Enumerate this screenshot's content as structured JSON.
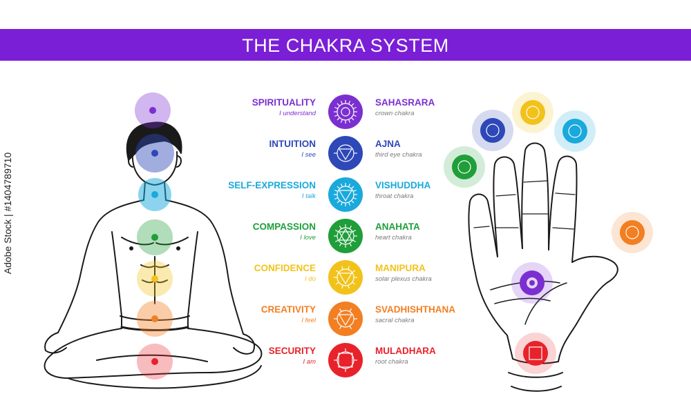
{
  "banner": {
    "title": "THE CHAKRA SYSTEM"
  },
  "watermark": {
    "stock_id": "Adobe Stock | #140478971​0"
  },
  "chakras": [
    {
      "quality": "SPIRITUALITY",
      "affirmation": "I understand",
      "name": "SAHASRARA",
      "type": "crown chakra",
      "color": "#7b2fd0"
    },
    {
      "quality": "INTUITION",
      "affirmation": "I see",
      "name": "AJNA",
      "type": "third eye chakra",
      "color": "#2e48b8"
    },
    {
      "quality": "SELF-EXPRESSION",
      "affirmation": "I talk",
      "name": "VISHUDDHA",
      "type": "throat chakra",
      "color": "#1aa9dc"
    },
    {
      "quality": "COMPASSION",
      "affirmation": "I love",
      "name": "ANAHATA",
      "type": "heart chakra",
      "color": "#1f9e3a"
    },
    {
      "quality": "CONFIDENCE",
      "affirmation": "I do",
      "name": "MANIPURA",
      "type": "solar plexus chakra",
      "color": "#f2c21b"
    },
    {
      "quality": "CREATIVITY",
      "affirmation": "I feel",
      "name": "SVADHISHTHANA",
      "type": "sacral chakra",
      "color": "#f27f22"
    },
    {
      "quality": "SECURITY",
      "affirmation": "I am",
      "name": "MULADHARA",
      "type": "root chakra",
      "color": "#e8222a"
    }
  ],
  "colors": {
    "banner": "#7a1fd6",
    "outline": "#1a1a1a",
    "skin": "#ffffff"
  }
}
